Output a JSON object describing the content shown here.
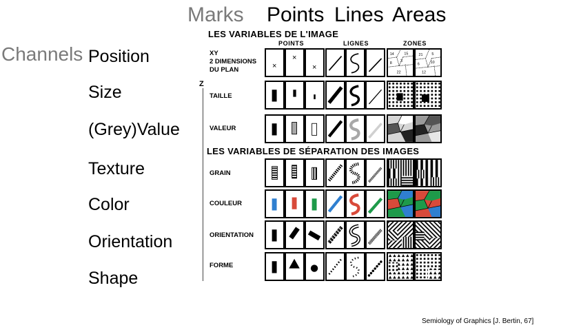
{
  "header": {
    "marks": "Marks",
    "points": "Points",
    "lines": "Lines",
    "areas": "Areas"
  },
  "channels_label": "Channels",
  "channels": [
    "Position",
    "Size",
    "(Grey)Value",
    "Texture",
    "Color",
    "Orientation",
    "Shape"
  ],
  "bertin": {
    "image_variables_title": "LES VARIABLES DE L'IMAGE",
    "separation_variables_title": "LES VARIABLES DE SÉPARATION DES IMAGES",
    "columns": [
      "POINTS",
      "LIGNES",
      "ZONES"
    ],
    "axis_z": "Z",
    "rows": {
      "xy_line1": "XY",
      "xy_line2": "2 DIMENSIONS",
      "xy_line3": "DU PLAN",
      "taille": "TAILLE",
      "valeur": "VALEUR",
      "grain": "GRAIN",
      "couleur": "COULEUR",
      "orientation": "ORIENTATION",
      "forme": "FORME"
    },
    "position_marks": [
      "×",
      "×",
      "×"
    ],
    "zone_numbers": [
      "14",
      "15",
      "8",
      "3",
      "22",
      "21",
      "5",
      "6",
      "10",
      "12"
    ]
  },
  "colors": {
    "blue": "#2f7fd0",
    "red": "#d84a3a",
    "green": "#1e9a4a",
    "gray_text": "#7a7a7a",
    "light_gray": "#bdbdbd",
    "mid_gray": "#8a8a8a"
  },
  "credit": "Semiology of Graphics [J. Bertin, 67]"
}
